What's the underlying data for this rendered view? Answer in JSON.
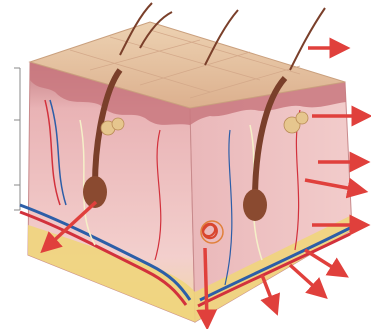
{
  "diagram": {
    "subject": "skin-cross-section",
    "colors": {
      "epidermis_top": "#e9c6a3",
      "epidermis_edge": "#c98d8a",
      "dermis_front": "#f2c9c8",
      "dermis_side": "#efbfbf",
      "fat": "#efd27a",
      "artery": "#d2313c",
      "vein": "#2c5ea8",
      "hair": "#7a3f2a",
      "arrow": "#e0403c"
    },
    "hair_count": 4,
    "arrow_count": 10,
    "icons": [
      "hair-shaft",
      "hair-follicle",
      "sweat-gland",
      "sebaceous-gland",
      "blood-vessel",
      "pointer-arrow"
    ]
  }
}
